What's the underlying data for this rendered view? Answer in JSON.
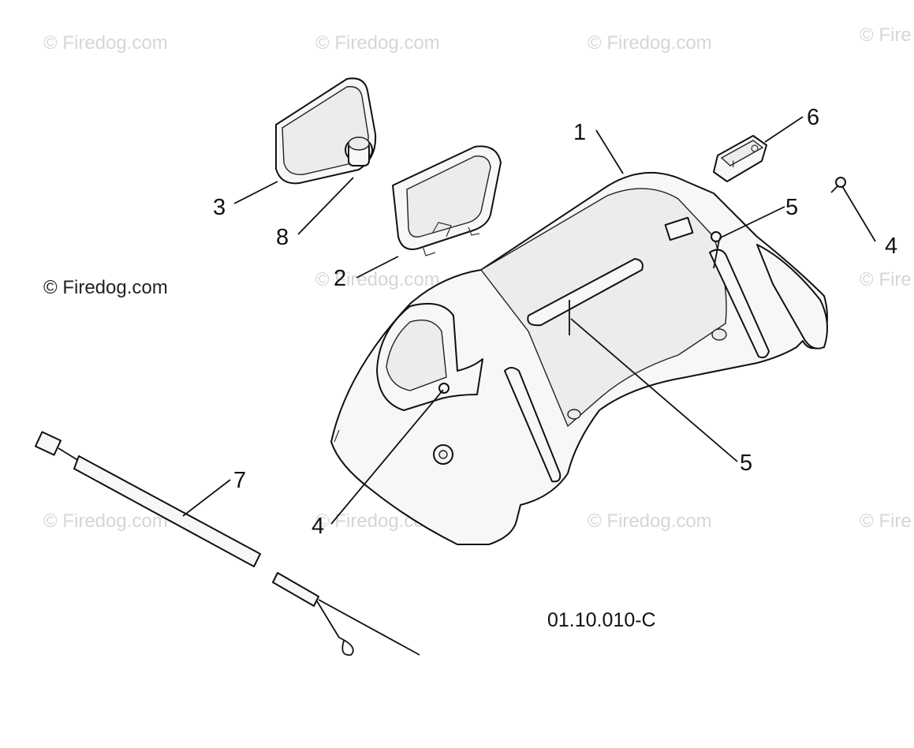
{
  "diagram": {
    "code": "01.10.010-C",
    "watermarks": [
      "© Firedog.com",
      "© Firedog.com",
      "© Firedog.com",
      "© Fire",
      "© Firedog.com",
      "© Fire",
      "© Firedog.com",
      "© Firedog.com",
      "© Firedog.com",
      "© Fire",
      "© Firedog.com"
    ],
    "callouts": [
      "1",
      "2",
      "3",
      "4",
      "4",
      "5",
      "5",
      "6",
      "7",
      "8"
    ]
  }
}
